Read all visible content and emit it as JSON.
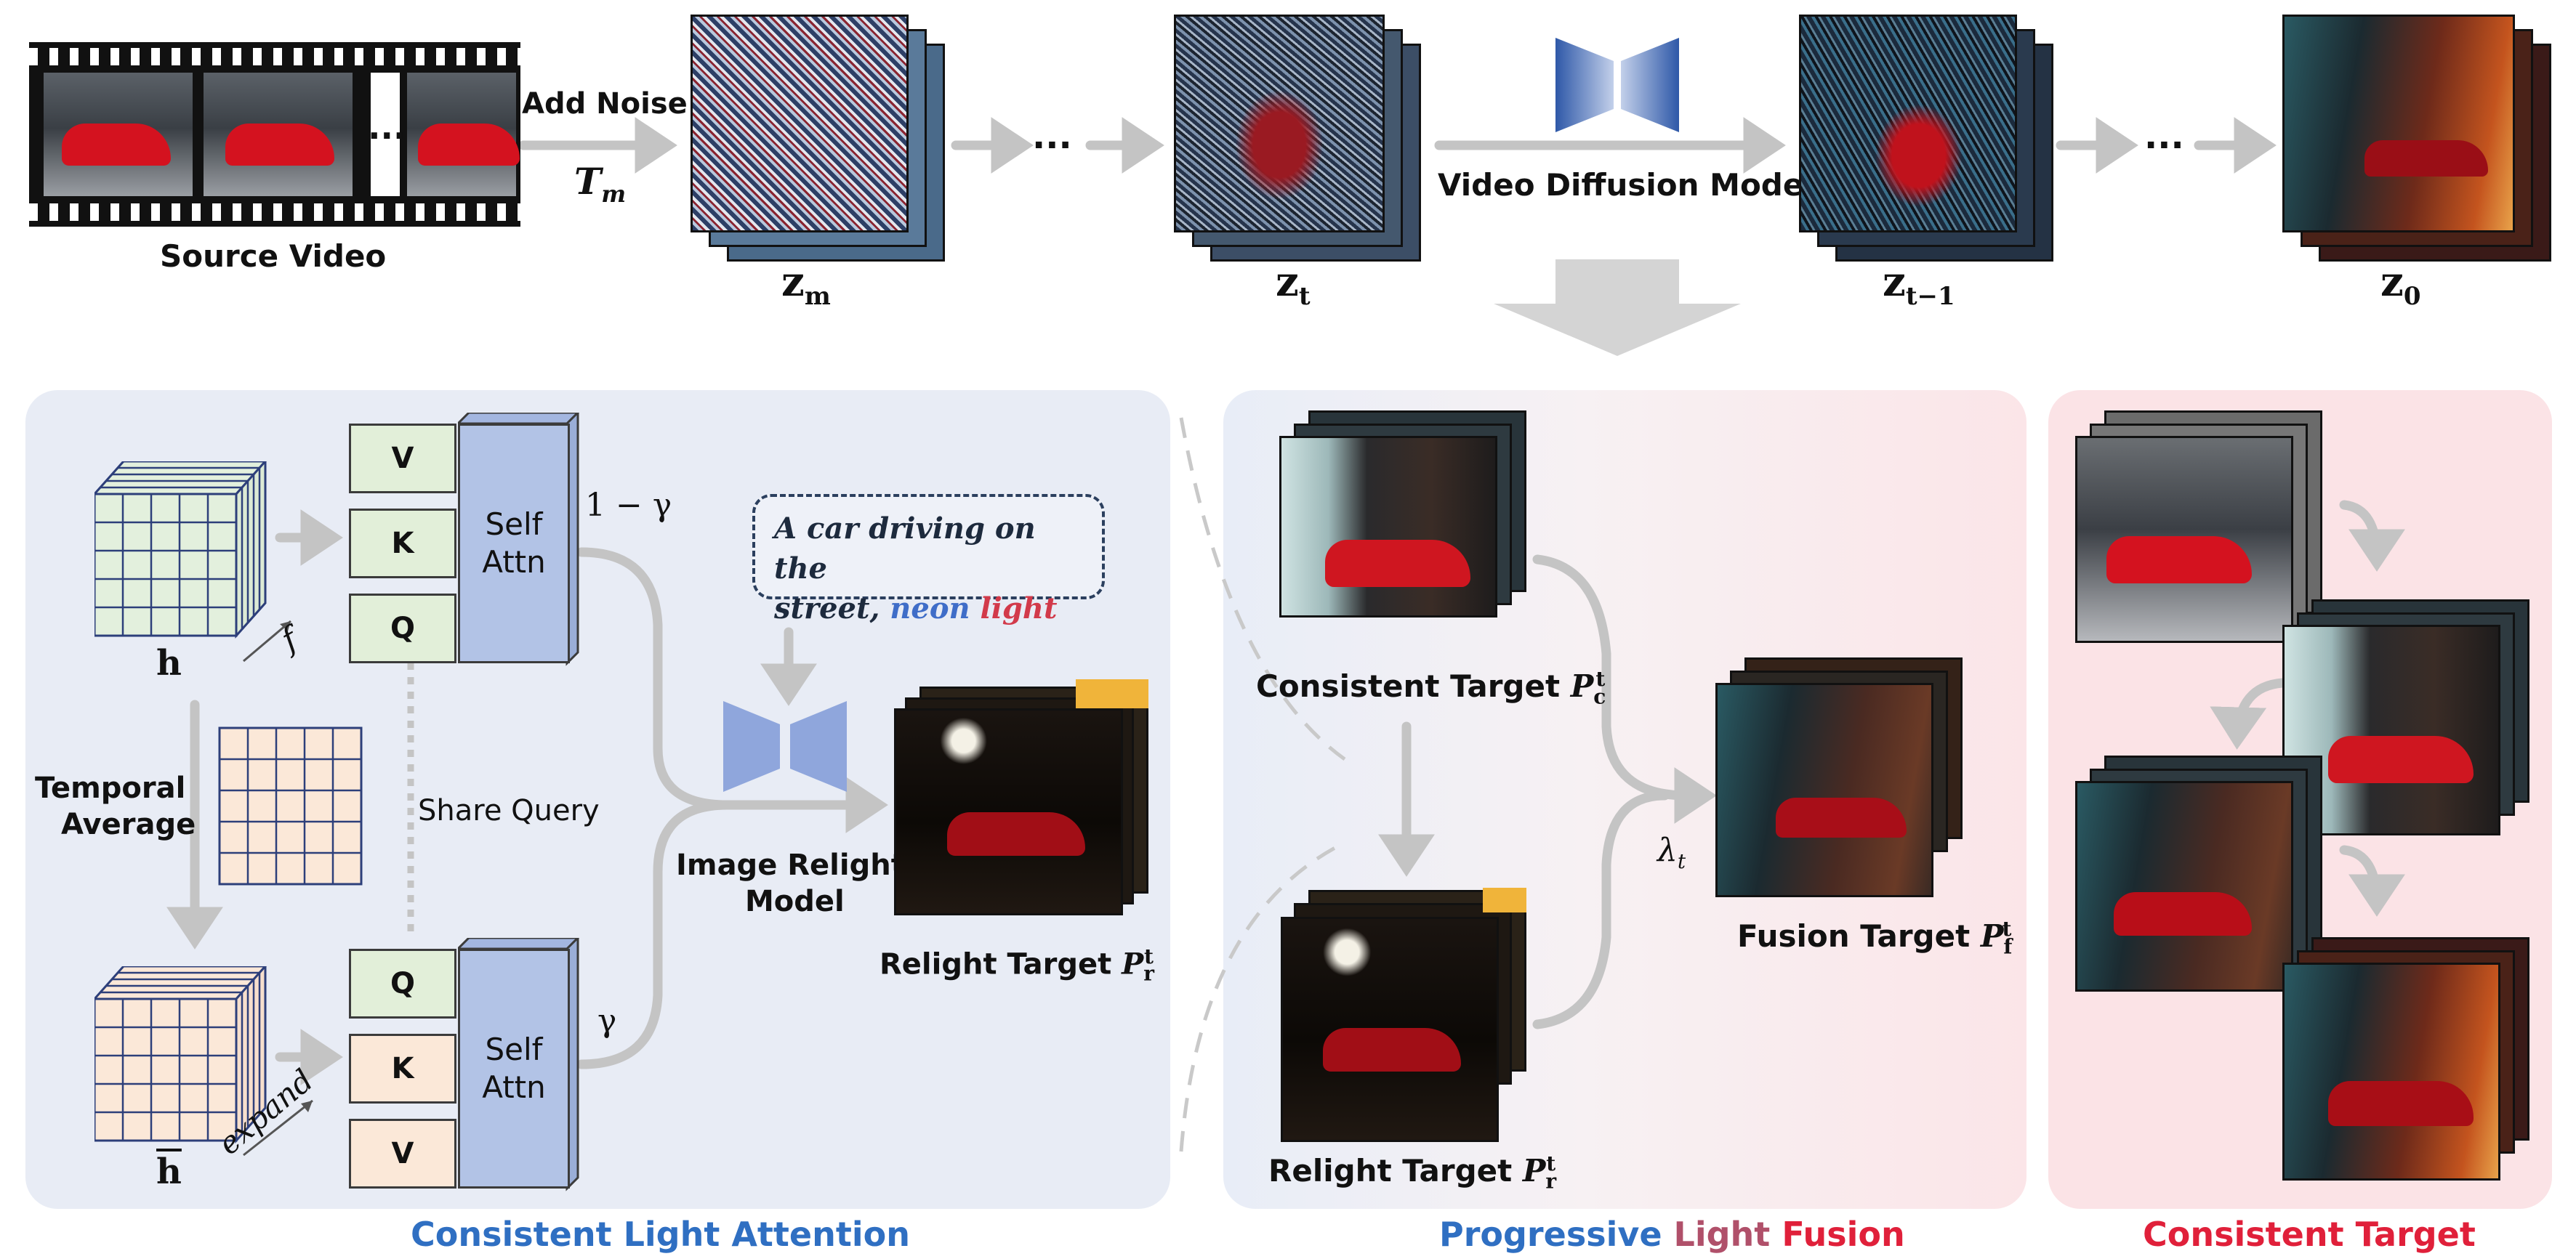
{
  "top_row": {
    "source_video_label": "Source Video",
    "add_noise_label": "Add Noise",
    "tm_label": "T",
    "tm_sub": "m",
    "ellipsis": "...",
    "ellipsis2": "...",
    "video_diffusion_label": "Video Diffusion Model",
    "z_m": {
      "base": "z",
      "sub": "m"
    },
    "z_t": {
      "base": "z",
      "sub": "t"
    },
    "z_t1": {
      "base": "z",
      "sub": "t−1"
    },
    "z_0": {
      "base": "z",
      "sub": "0"
    }
  },
  "attention_panel": {
    "title": "Consistent Light Attention",
    "h_label": "h",
    "h_bar_label": "h",
    "f_label": "f",
    "expand_label": "expand",
    "temporal_average_line1": "Temporal",
    "temporal_average_line2": "Average",
    "share_query_label": "Share Query",
    "one_minus_gamma": "1 − γ",
    "gamma": "γ",
    "top_block": {
      "v": "V",
      "k": "K",
      "q": "Q",
      "attn_line1": "Self",
      "attn_line2": "Attn"
    },
    "bottom_block": {
      "q": "Q",
      "k": "K",
      "v": "V",
      "attn_line1": "Self",
      "attn_line2": "Attn"
    },
    "prompt_line1": "A car driving on the",
    "prompt_line2a": "street, ",
    "prompt_neon": "neon",
    "prompt_light": " light",
    "relight_model_line1": "Image Relight",
    "relight_model_line2": "Model",
    "relight_target_label": "Relight Target ",
    "relight_target_sym": "P",
    "relight_target_sup": "t",
    "relight_target_sub": "r"
  },
  "fusion_panel": {
    "title_word1": "Progressive",
    "title_word2": "Light",
    "title_word3": "Fusion",
    "consistent_target_label": "Consistent Target ",
    "consistent_sym": "P",
    "consistent_sup": "t",
    "consistent_sub": "c",
    "relight_target_label": "Relight Target ",
    "relight_sym": "P",
    "relight_sup": "t",
    "relight_sub": "r",
    "lambda_label": "λ",
    "lambda_sub": "t",
    "fusion_target_label": "Fusion Target ",
    "fusion_sym": "P",
    "fusion_sup": "t",
    "fusion_sub": "f"
  },
  "target_panel": {
    "title": "Consistent Target"
  },
  "colors": {
    "blue_title": "#2f6fc2",
    "red_title": "#e0203a",
    "purple_title": "#8a4f9c",
    "arrow_gray": "#c4c4c4",
    "model_blue": "#8fa6dc",
    "attn_panel": "#e9edf6",
    "target_panel": "#fbe3e6"
  }
}
